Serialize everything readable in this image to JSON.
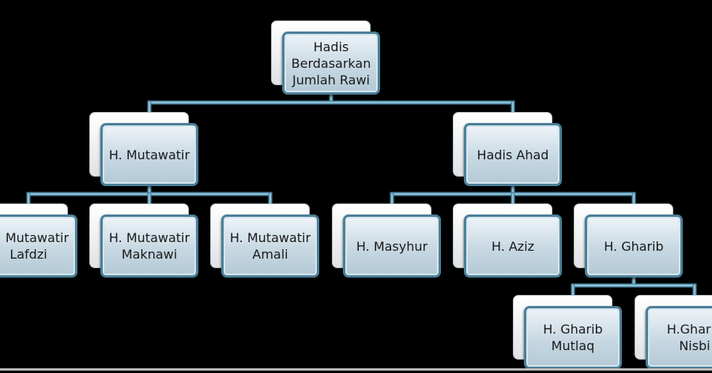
{
  "diagram": {
    "nodes": [
      {
        "id": "root",
        "label": "Hadis\nBerdasarkan\nJumlah Rawi"
      },
      {
        "id": "mutawatir",
        "label": "H. Mutawatir"
      },
      {
        "id": "ahad",
        "label": "Hadis Ahad"
      },
      {
        "id": "lafdzi",
        "label": "H. Mutawatir\nLafdzi"
      },
      {
        "id": "maknawi",
        "label": "H. Mutawatir\nMaknawi"
      },
      {
        "id": "amali",
        "label": "H. Mutawatir\nAmali"
      },
      {
        "id": "masyhur",
        "label": "H. Masyhur"
      },
      {
        "id": "aziz",
        "label": "H. Aziz"
      },
      {
        "id": "gharib",
        "label": "H. Gharib"
      },
      {
        "id": "mutlaq",
        "label": "H. Gharib\nMutlaq"
      },
      {
        "id": "nisbi",
        "label": "H.Gharib\nNisbi"
      }
    ],
    "edges": [
      [
        "root",
        "mutawatir"
      ],
      [
        "root",
        "ahad"
      ],
      [
        "mutawatir",
        "lafdzi"
      ],
      [
        "mutawatir",
        "maknawi"
      ],
      [
        "mutawatir",
        "amali"
      ],
      [
        "ahad",
        "masyhur"
      ],
      [
        "ahad",
        "aziz"
      ],
      [
        "ahad",
        "gharib"
      ],
      [
        "gharib",
        "mutlaq"
      ],
      [
        "gharib",
        "nisbi"
      ]
    ],
    "colors": {
      "connector": "#4f8aa6",
      "connector_highlight": "#a9d3e4",
      "box_border": "#4b7f98"
    }
  }
}
